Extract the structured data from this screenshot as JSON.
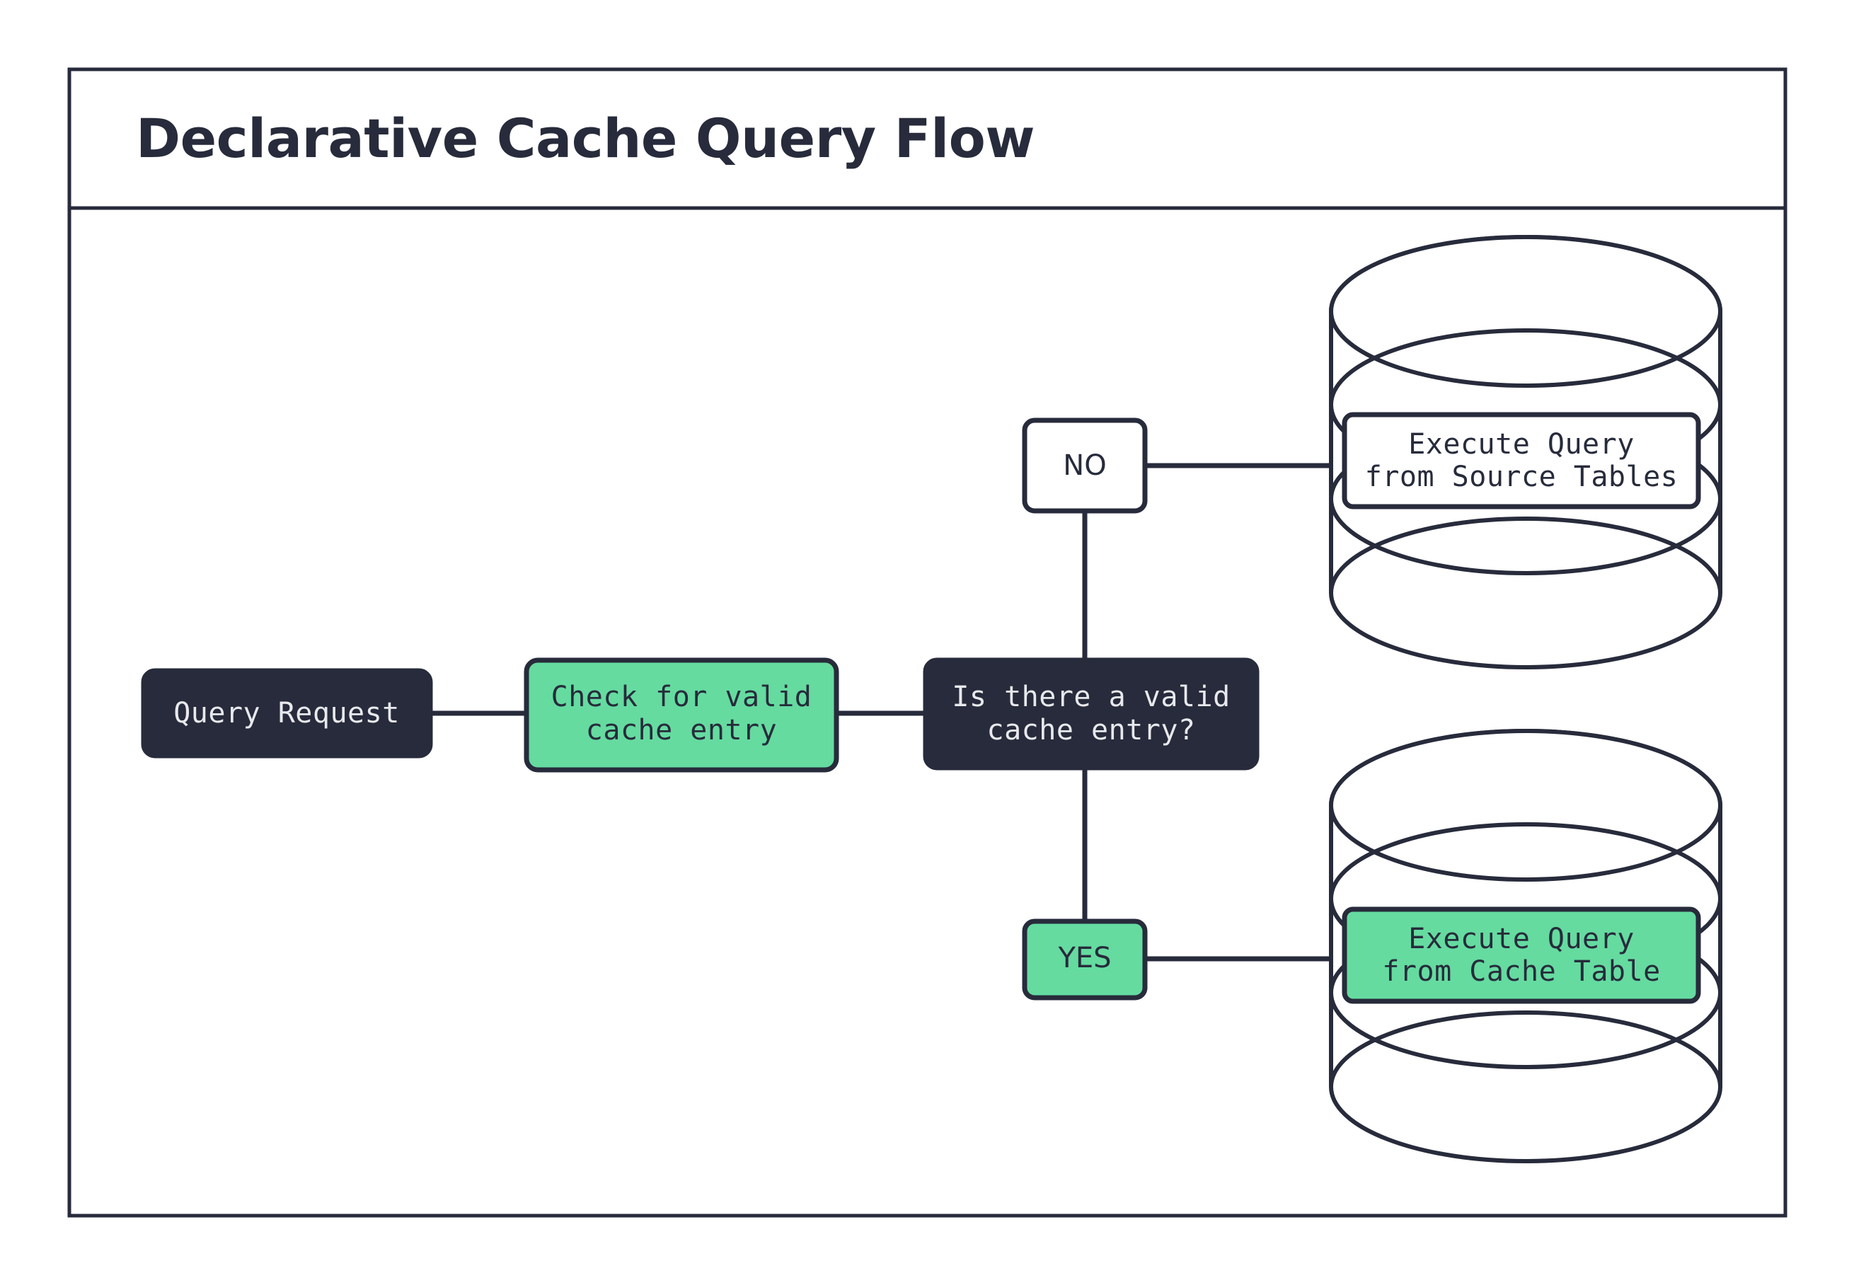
{
  "page": {
    "background_color": "#ffffff",
    "frame_border_color": "#272b3b"
  },
  "header": {
    "title": "Declarative Cache Query Flow"
  },
  "palette": {
    "dark": "#272b3b",
    "green": "#65dba0",
    "white": "#ffffff",
    "light_text": "#e8e9ed"
  },
  "diagram": {
    "type": "flowchart",
    "nodes": [
      {
        "id": "query-request",
        "label": "Query Request",
        "lines": [
          "Query Request"
        ],
        "shape": "rounded-rect",
        "fill": "#272b3b",
        "text_color": "#e8e9ed"
      },
      {
        "id": "check-cache",
        "label": "Check for valid cache entry",
        "lines": [
          "Check for valid",
          "cache entry"
        ],
        "shape": "rounded-rect",
        "fill": "#65dba0",
        "text_color": "#272b3b"
      },
      {
        "id": "decision-valid-cache",
        "label": "Is there a valid cache entry?",
        "lines": [
          "Is there a valid",
          "cache entry?"
        ],
        "shape": "rounded-rect",
        "fill": "#272b3b",
        "text_color": "#e8e9ed"
      },
      {
        "id": "branch-no",
        "label": "NO",
        "lines": [
          "NO"
        ],
        "shape": "rounded-rect",
        "fill": "#ffffff",
        "text_color": "#272b3b"
      },
      {
        "id": "branch-yes",
        "label": "YES",
        "lines": [
          "YES"
        ],
        "shape": "rounded-rect",
        "fill": "#65dba0",
        "text_color": "#272b3b"
      },
      {
        "id": "source-tables-db",
        "label": "Execute Query from Source Tables",
        "lines": [
          "Execute Query",
          "from Source Tables"
        ],
        "shape": "database-cylinder",
        "fill": "#ffffff",
        "text_color": "#272b3b"
      },
      {
        "id": "cache-table-db",
        "label": "Execute Query from Cache Table",
        "lines": [
          "Execute Query",
          "from Cache Table"
        ],
        "shape": "database-cylinder",
        "fill": "#65dba0",
        "text_color": "#272b3b"
      }
    ],
    "edges": [
      {
        "from": "query-request",
        "to": "check-cache",
        "label": ""
      },
      {
        "from": "check-cache",
        "to": "decision-valid-cache",
        "label": ""
      },
      {
        "from": "decision-valid-cache",
        "to": "branch-no",
        "label": "NO"
      },
      {
        "from": "branch-no",
        "to": "source-tables-db",
        "label": ""
      },
      {
        "from": "decision-valid-cache",
        "to": "branch-yes",
        "label": "YES"
      },
      {
        "from": "branch-yes",
        "to": "cache-table-db",
        "label": ""
      }
    ]
  }
}
